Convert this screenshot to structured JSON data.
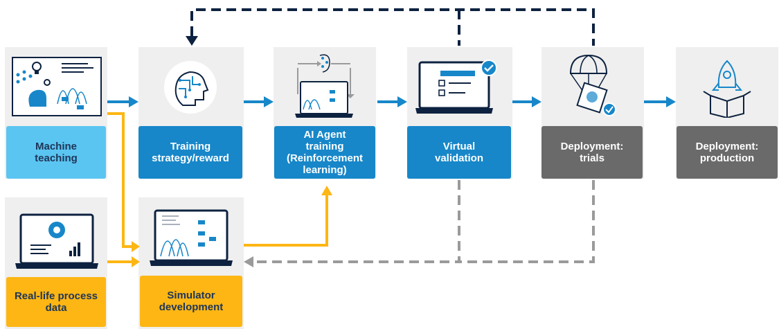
{
  "nodes": {
    "machine_teaching": "Machine\nteaching",
    "training_strategy": "Training\nstrategy/reward",
    "ai_agent": "AI Agent\ntraining\n(Reinforcement\nlearning)",
    "virtual_validation": "Virtual\nvalidation",
    "deployment_trials": "Deployment:\ntrials",
    "deployment_production": "Deployment:\nproduction",
    "real_life_data": "Real-life process\ndata",
    "simulator_dev": "Simulator\ndevelopment"
  },
  "colors": {
    "light_blue": "#5bc5f2",
    "blue": "#1787c9",
    "gray": "#6a6a6a",
    "yellow": "#fdb614",
    "navy": "#0d2240",
    "dashed_gray": "#9a9a9a"
  },
  "icons": {
    "machine_teaching": "brain-chart-icon",
    "training_strategy": "ai-head-icon",
    "ai_agent": "laptop-loop-icon",
    "virtual_validation": "laptop-checklist-icon",
    "deployment_trials": "parachute-box-icon",
    "deployment_production": "rocket-box-icon",
    "real_life_data": "laptop-gear-chart-icon",
    "simulator_dev": "laptop-simulation-icon"
  }
}
